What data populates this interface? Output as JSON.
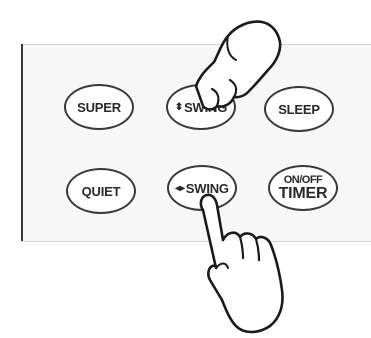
{
  "buttons": {
    "super": "SUPER",
    "swing_vertical": {
      "arrow": "⬍",
      "label": "SWING"
    },
    "sleep": "SLEEP",
    "quiet": "QUIET",
    "swing_horizontal": {
      "arrow": "◂▸",
      "label": "SWING"
    },
    "timer": {
      "line1": "ON/OFF",
      "line2": "TIMER"
    }
  },
  "icons": [
    "pointing-hand-icon",
    "pointing-hand-icon"
  ],
  "colors": {
    "outline": "#3a3a3a",
    "panel": "#f7f7f7",
    "text": "#2a2a2a"
  }
}
